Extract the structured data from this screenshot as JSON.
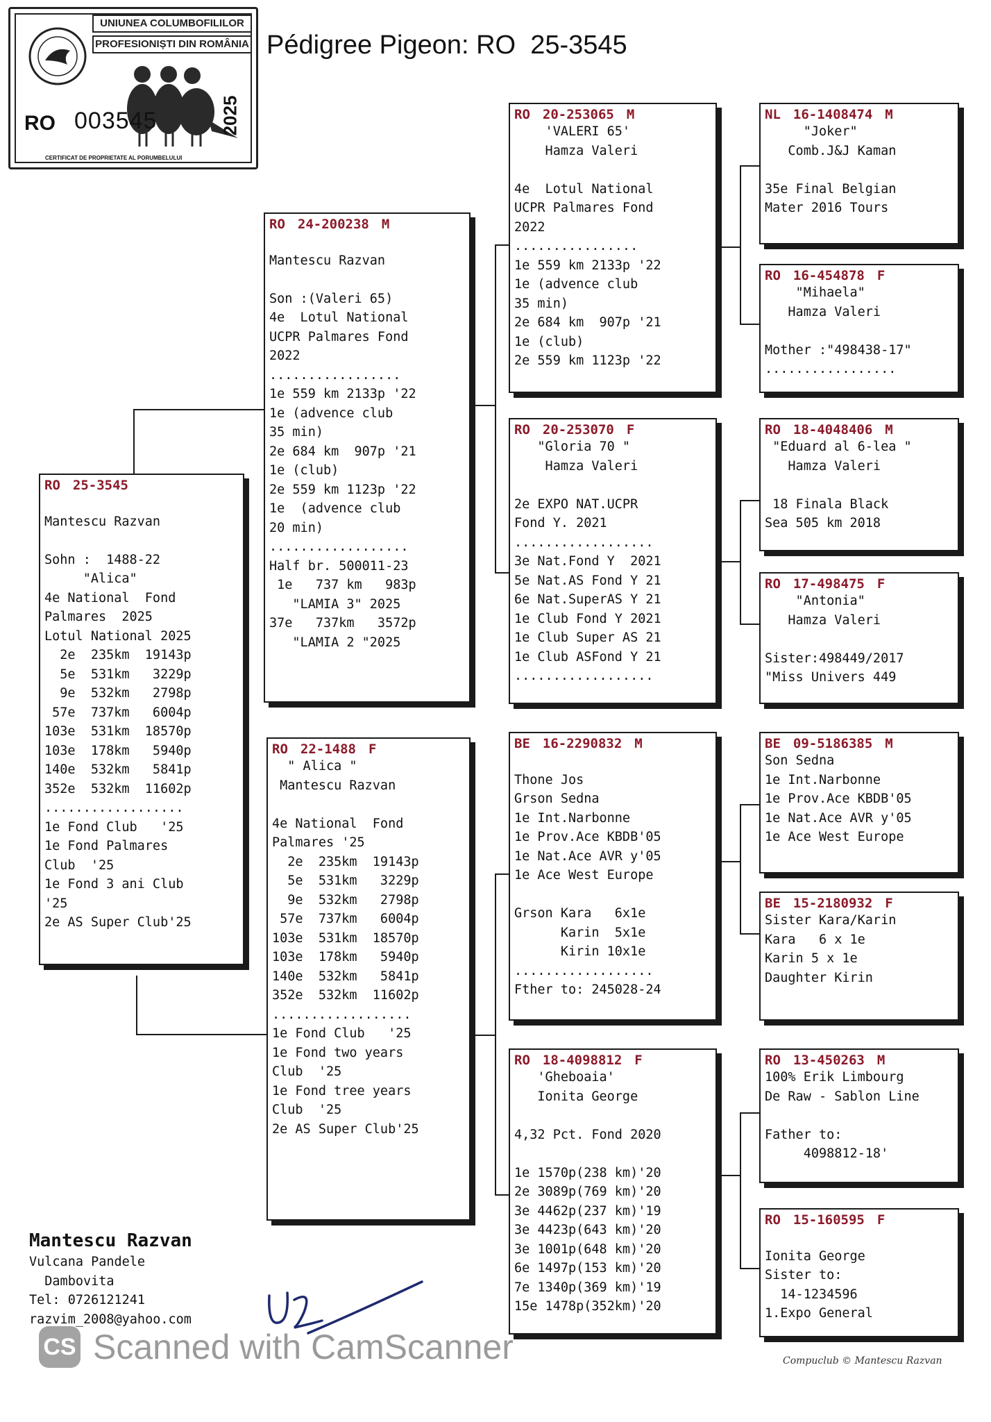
{
  "stamp": {
    "org_line1": "UNIUNEA COLUMBOFILILOR",
    "org_line2": "PROFESIONIȘTI DIN ROMÂNIA",
    "country": "RO",
    "number": "003545",
    "year": "2025",
    "certificate": "CERTIFICAT DE PROPRIETATE AL PORUMBELULUI"
  },
  "title": "Pédigree Pigeon: RO  25-3545",
  "pigeons": {
    "subject": {
      "country": "RO",
      "ring": "25-3545",
      "sex": "",
      "lines": [
        "",
        "Mantescu Razvan",
        "",
        "Sohn :  1488-22",
        "     \"Alica\"",
        "4e National  Fond",
        "Palmares  2025",
        "Lotul National 2025",
        "  2e  235km  19143p",
        "  5e  531km   3229p",
        "  9e  532km   2798p",
        " 57e  737km   6004p",
        "103e  531km  18570p",
        "103e  178km   5940p",
        "140e  532km   5841p",
        "352e  532km  11602p",
        "..................",
        "1e Fond Club   '25",
        "1e Fond Palmares",
        "Club  '25",
        "1e Fond 3 ani Club",
        "'25",
        "2e AS Super Club'25"
      ]
    },
    "sire": {
      "country": "RO",
      "ring": "24-200238",
      "sex": "M",
      "lines": [
        "",
        "Mantescu Razvan",
        "",
        "Son :(Valeri 65)",
        "4e  Lotul National",
        "UCPR Palmares Fond",
        "2022",
        ".................",
        "1e 559 km 2133p '22",
        "1e (advence club",
        "35 min)",
        "2e 684 km  907p '21",
        "1e (club)",
        "2e 559 km 1123p '22",
        "1e  (advence club",
        "20 min)",
        "..................",
        "Half br. 500011-23",
        " 1e   737 km   983p",
        "   \"LAMIA 3\" 2025",
        "37e   737km   3572p",
        "   \"LAMIA 2 \"2025"
      ]
    },
    "dam": {
      "country": "RO",
      "ring": "22-1488",
      "sex": "F",
      "lines": [
        "  \" Alica \"",
        " Mantescu Razvan",
        "",
        "4e National  Fond",
        "Palmares '25",
        "  2e  235km  19143p",
        "  5e  531km   3229p",
        "  9e  532km   2798p",
        " 57e  737km   6004p",
        "103e  531km  18570p",
        "103e  178km   5940p",
        "140e  532km   5841p",
        "352e  532km  11602p",
        "..................",
        "1e Fond Club   '25",
        "1e Fond two years",
        "Club  '25",
        "1e Fond tree years",
        "Club  '25",
        "2e AS Super Club'25"
      ]
    },
    "ss": {
      "country": "RO",
      "ring": "20-253065",
      "sex": "M",
      "lines": [
        "    'VALERI 65'",
        "    Hamza Valeri",
        "",
        "4e  Lotul National",
        "UCPR Palmares Fond",
        "2022",
        "................",
        "1e 559 km 2133p '22",
        "1e (advence club",
        "35 min)",
        "2e 684 km  907p '21",
        "1e (club)",
        "2e 559 km 1123p '22"
      ]
    },
    "sd": {
      "country": "RO",
      "ring": "20-253070",
      "sex": "F",
      "lines": [
        "   \"Gloria 70 \"",
        "    Hamza Valeri",
        "",
        "2e EXPO NAT.UCPR",
        "Fond Y. 2021",
        "..................",
        "3e Nat.Fond Y  2021",
        "5e Nat.AS Fond Y 21",
        "6e Nat.SuperAS Y 21",
        "1e Club Fond Y 2021",
        "1e Club Super AS 21",
        "1e Club ASFond Y 21",
        ".................."
      ]
    },
    "ds": {
      "country": "BE",
      "ring": "16-2290832",
      "sex": "M",
      "lines": [
        "",
        "Thone Jos",
        "Grson Sedna",
        "1e Int.Narbonne",
        "1e Prov.Ace KBDB'05",
        "1e Nat.Ace AVR y'05",
        "1e Ace West Europe",
        "",
        "Grson Kara   6x1e",
        "      Karin  5x1e",
        "      Kirin 10x1e",
        "..................",
        "Fther to: 245028-24"
      ]
    },
    "dd": {
      "country": "RO",
      "ring": "18-4098812",
      "sex": "F",
      "lines": [
        "   'Gheboaia'",
        "   Ionita George",
        "",
        "4,32 Pct. Fond 2020",
        "",
        "1e 1570p(238 km)'20",
        "2e 3089p(769 km)'20",
        "3e 4462p(237 km)'19",
        "3e 4423p(643 km)'20",
        "3e 1001p(648 km)'20",
        "6e 1497p(153 km)'20",
        "7e 1340p(369 km)'19",
        "15e 1478p(352km)'20"
      ]
    },
    "sss": {
      "country": "NL",
      "ring": "16-1408474",
      "sex": "M",
      "lines": [
        "     \"Joker\"",
        "   Comb.J&J Kaman",
        "",
        "35e Final Belgian",
        "Mater 2016 Tours"
      ]
    },
    "ssd": {
      "country": "RO",
      "ring": "16-454878",
      "sex": "F",
      "lines": [
        "    \"Mihaela\"",
        "   Hamza Valeri",
        "",
        "Mother :\"498438-17\"",
        "................."
      ]
    },
    "sds": {
      "country": "RO",
      "ring": "18-4048406",
      "sex": "M",
      "lines": [
        " \"Eduard al 6-lea \"",
        "   Hamza Valeri",
        "",
        " 18 Finala Black",
        "Sea 505 km 2018"
      ]
    },
    "sdd": {
      "country": "RO",
      "ring": "17-498475",
      "sex": "F",
      "lines": [
        "    \"Antonia\"",
        "   Hamza Valeri",
        "",
        "Sister:498449/2017",
        "\"Miss Univers 449"
      ]
    },
    "dss": {
      "country": "BE",
      "ring": "09-5186385",
      "sex": "M",
      "lines": [
        "Son Sedna",
        "1e Int.Narbonne",
        "1e Prov.Ace KBDB'05",
        "1e Nat.Ace AVR y'05",
        "1e Ace West Europe"
      ]
    },
    "dsd": {
      "country": "BE",
      "ring": "15-2180932",
      "sex": "F",
      "lines": [
        "Sister Kara/Karin",
        "Kara   6 x 1e",
        "Karin 5 x 1e",
        "Daughter Kirin"
      ]
    },
    "dds": {
      "country": "RO",
      "ring": "13-450263",
      "sex": "M",
      "lines": [
        "100% Erik Limbourg",
        "De Raw - Sablon Line",
        "",
        "Father to:",
        "     4098812-18'"
      ]
    },
    "ddd": {
      "country": "RO",
      "ring": "15-160595",
      "sex": "F",
      "lines": [
        "",
        "Ionita George",
        "Sister to:",
        "  14-1234596",
        "1.Expo General"
      ]
    }
  },
  "breeder": {
    "name": "Mantescu Razvan",
    "lines": [
      "Vulcana Pandele",
      "  Dambovita",
      "Tel: 0726121241",
      "razvim_2008@yahoo.com"
    ]
  },
  "scanner_watermark": "Scanned with CamScanner",
  "scanner_badge": "CS",
  "footer": "Compuclub © Mantescu Razvan"
}
